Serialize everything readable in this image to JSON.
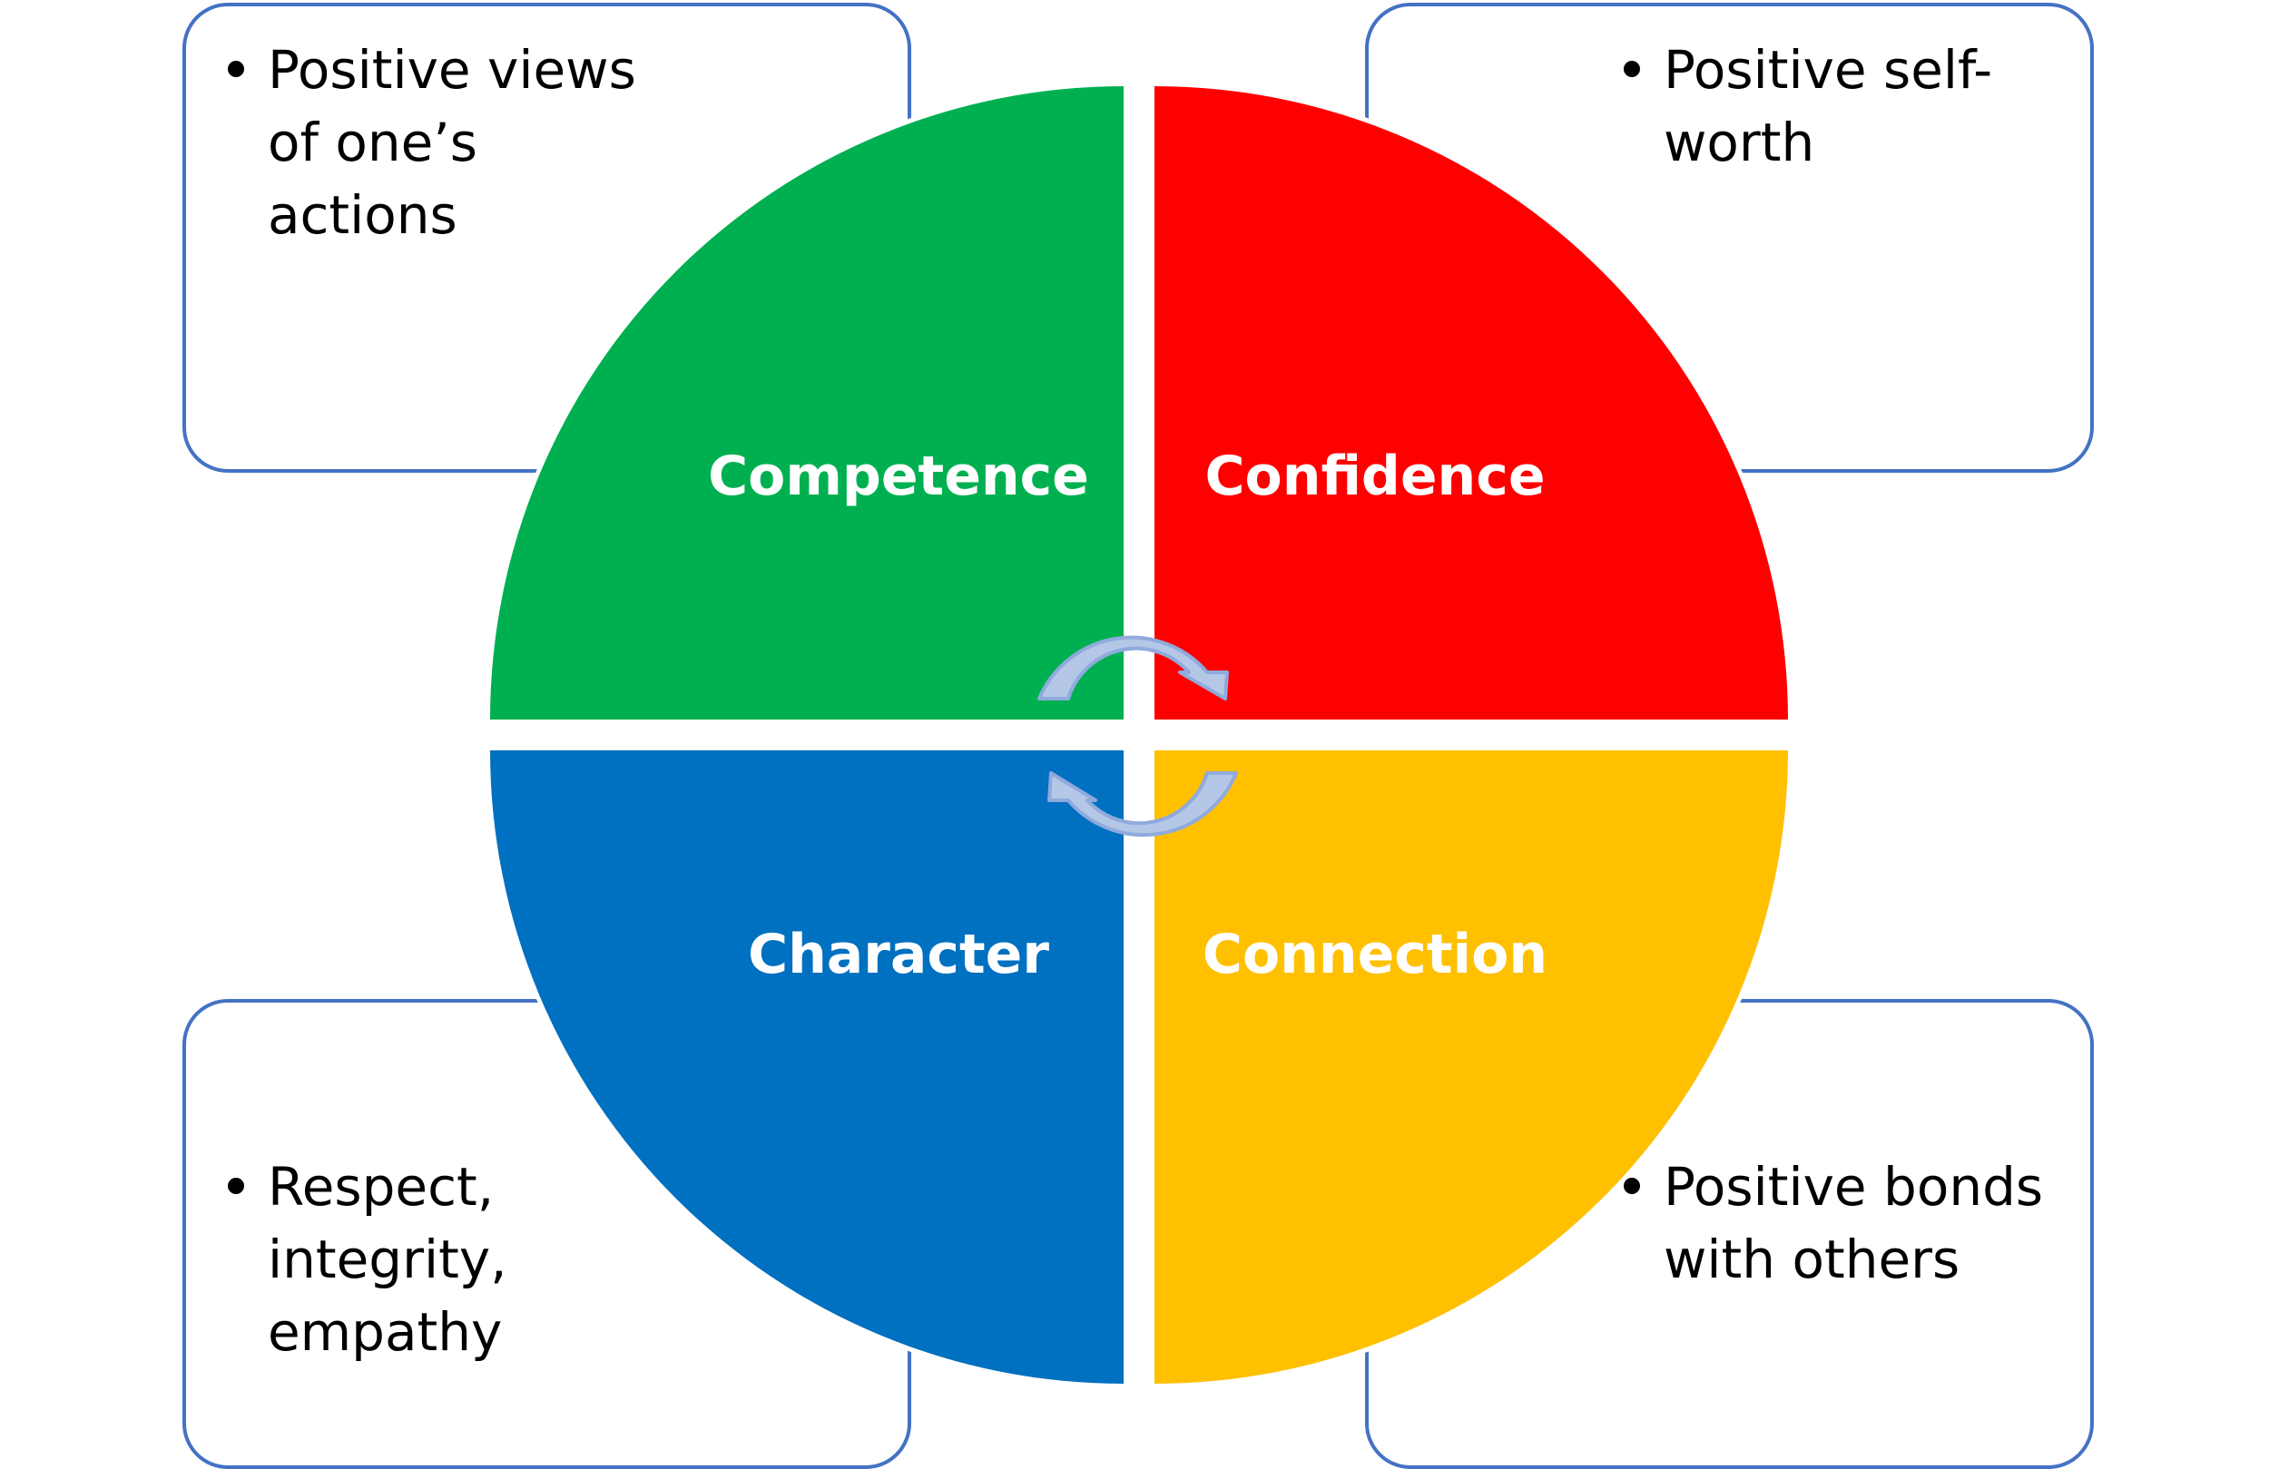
{
  "quadrants": {
    "competence": {
      "label": "Competence",
      "color": "#00b050"
    },
    "confidence": {
      "label": "Confidence",
      "color": "#ff0000"
    },
    "character": {
      "label": "Character",
      "color": "#0070c0"
    },
    "connection": {
      "label": "Connection",
      "color": "#ffc000"
    }
  },
  "notes": {
    "top_left": {
      "line1": "Positive views",
      "line2": "of one’s",
      "line3": "actions"
    },
    "top_right": {
      "line1": "Positive self-",
      "line2": "worth"
    },
    "bottom_left": {
      "line1": "Respect,",
      "line2": "integrity,",
      "line3": "empathy"
    },
    "bottom_right": {
      "line1": "Positive bonds",
      "line2": "with others"
    }
  },
  "colors": {
    "note_border": "#4472c4",
    "arrow_fill": "#b4c7e7",
    "arrow_stroke": "#8faadc"
  }
}
